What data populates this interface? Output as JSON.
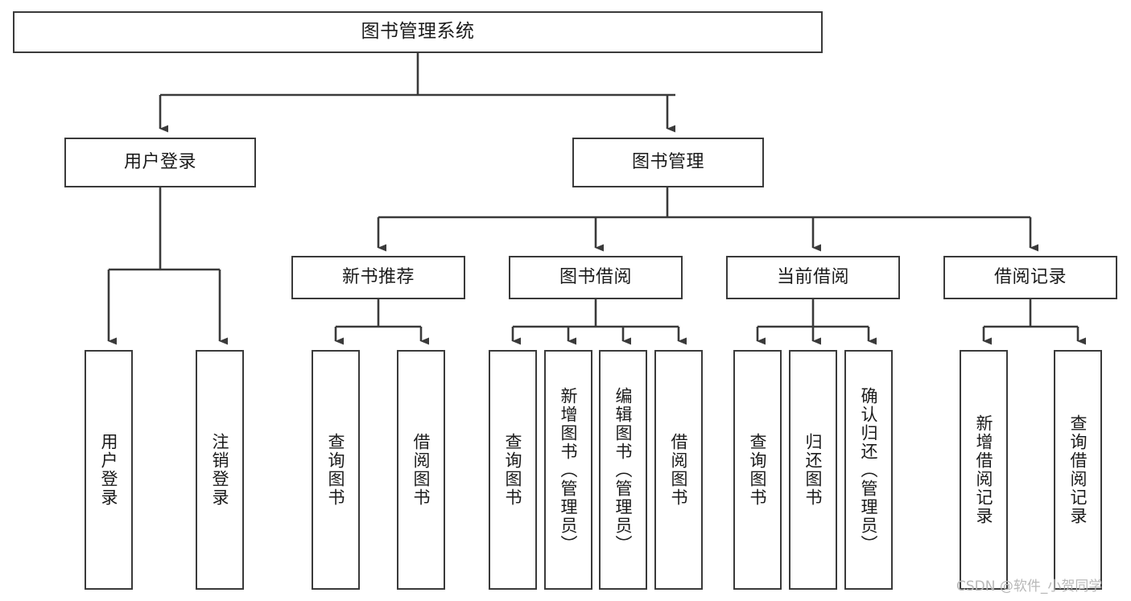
{
  "diagram": {
    "title": "图书管理系统",
    "type": "hierarchy-tree",
    "colors": {
      "background": "#ffffff",
      "box_border": "#3a3a3a",
      "box_fill": "#ffffff",
      "connector": "#3a3a3a",
      "text": "#1b1b1b",
      "watermark": "#b8b8b8"
    },
    "root": {
      "label": "图书管理系统"
    },
    "level2": [
      {
        "label": "用户登录"
      },
      {
        "label": "图书管理"
      }
    ],
    "level3": [
      {
        "label": "新书推荐"
      },
      {
        "label": "图书借阅"
      },
      {
        "label": "当前借阅"
      },
      {
        "label": "借阅记录"
      }
    ],
    "leaves": {
      "user_login": [
        {
          "label": "用户登录"
        },
        {
          "label": "注销登录"
        }
      ],
      "new_book_recommend": [
        {
          "label": "查询图书"
        },
        {
          "label": "借阅图书"
        }
      ],
      "book_borrow": [
        {
          "label": "查询图书"
        },
        {
          "label": "新增图书（管理员）"
        },
        {
          "label": "编辑图书（管理员）"
        },
        {
          "label": "借阅图书"
        }
      ],
      "current_borrow": [
        {
          "label": "查询图书"
        },
        {
          "label": "归还图书"
        },
        {
          "label": "确认归还（管理员）"
        }
      ],
      "borrow_record": [
        {
          "label": "新增借阅记录"
        },
        {
          "label": "查询借阅记录"
        }
      ]
    }
  },
  "watermark": {
    "text": "CSDN @软件_小贺同学"
  }
}
